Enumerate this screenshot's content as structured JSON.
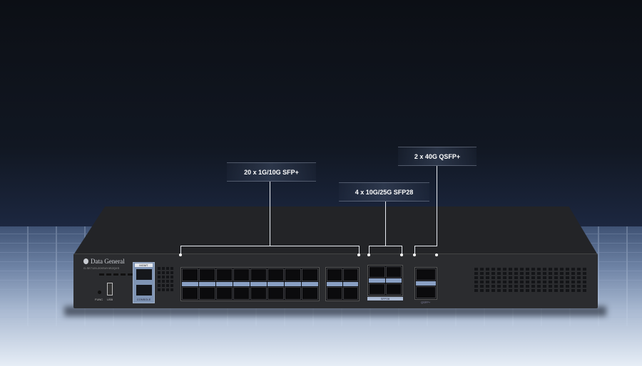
{
  "brand": "Data General",
  "model": "G-SE7120-20XS4Y4S2QXS",
  "port_labels": {
    "mgmt": "MGMT",
    "console": "CONSOLE",
    "sfp28": "SFP28",
    "qsfp": "QSFP+",
    "func": "FUNC",
    "usb": "USB"
  },
  "callouts": [
    {
      "label": "20 x 1G/10G SFP+"
    },
    {
      "label": "4 x 10G/25G SFP28"
    },
    {
      "label": "2 x 40G QSFP+"
    }
  ]
}
